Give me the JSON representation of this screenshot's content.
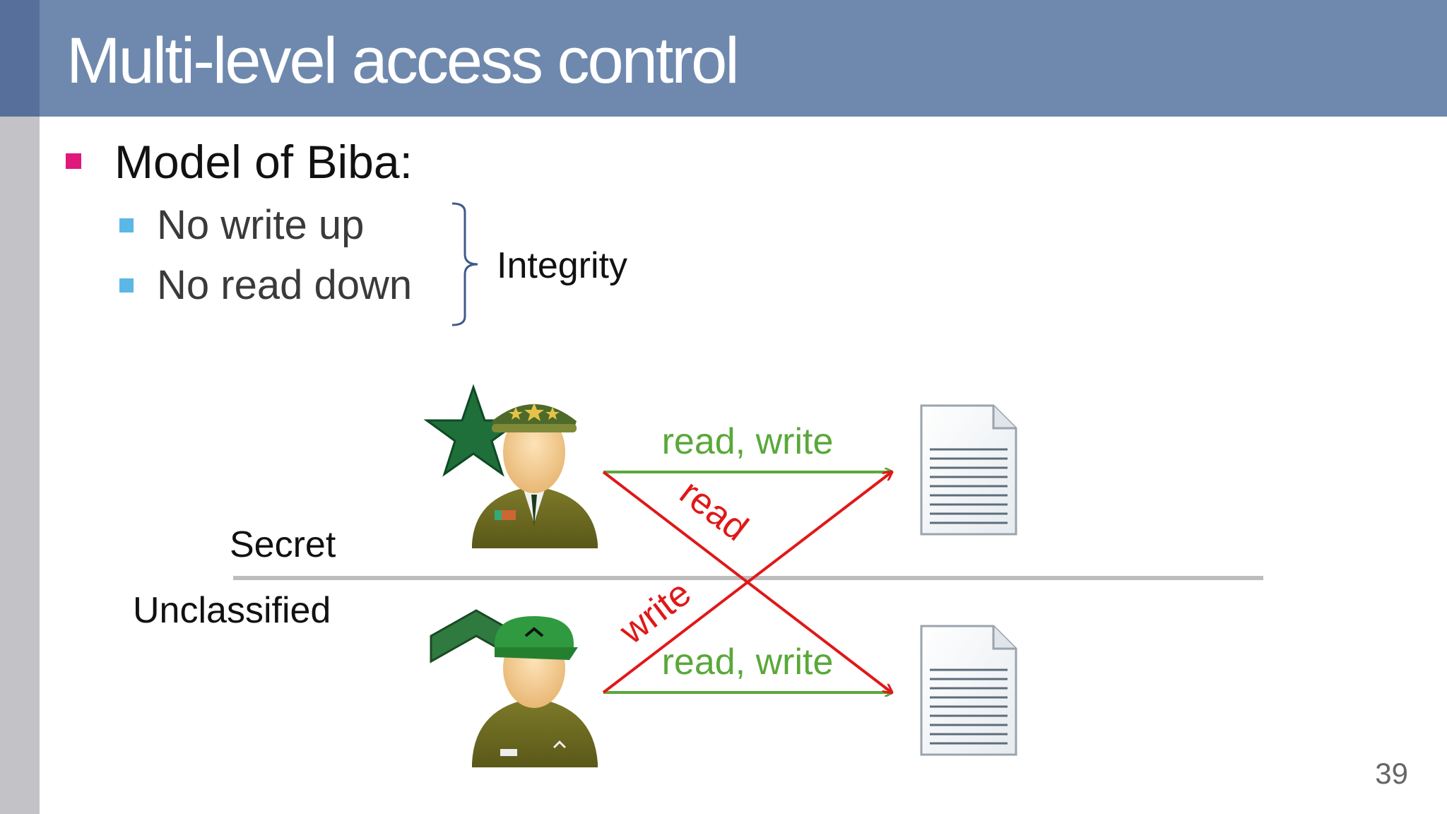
{
  "slide": {
    "title": "Multi-level access control",
    "page_number": "39"
  },
  "bullets": {
    "main": "Model of Biba:",
    "sub": [
      "No write up",
      "No read down"
    ],
    "brace_label": "Integrity"
  },
  "levels": {
    "upper": "Secret",
    "lower": "Unclassified"
  },
  "arrows": {
    "top_allowed": "read, write",
    "bottom_allowed": "read, write",
    "forbidden_read": "read",
    "forbidden_write": "write"
  },
  "colors": {
    "title_bar": "#6f89ae",
    "allowed": "#5aa83a",
    "forbidden": "#e01818",
    "main_bullet": "#e0187a",
    "sub_bullet": "#5bb7e6"
  },
  "icons": {
    "officer": "general-officer-icon",
    "soldier": "private-soldier-icon",
    "document": "document-icon",
    "star": "star-icon",
    "chevron": "chevron-rank-icon"
  }
}
